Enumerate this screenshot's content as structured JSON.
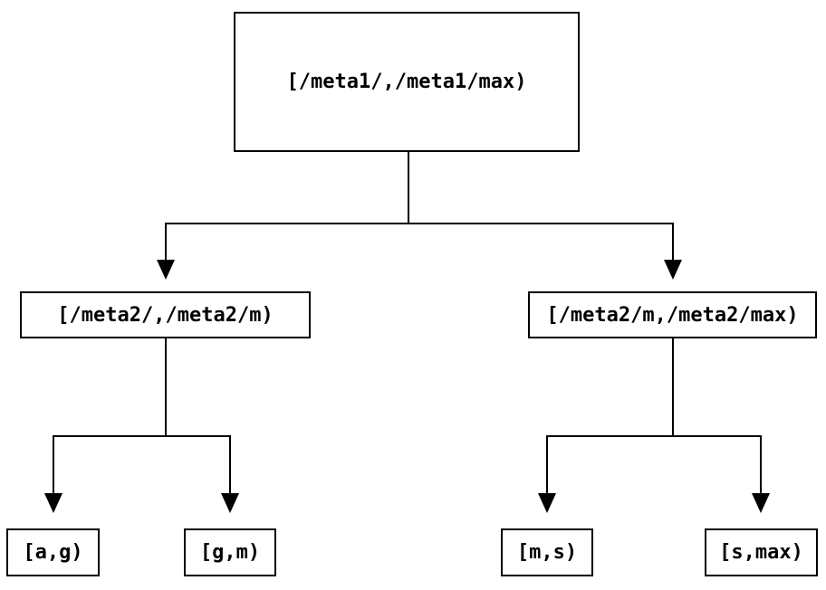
{
  "diagram": {
    "type": "tree",
    "background_color": "#ffffff",
    "line_color": "#000000",
    "nodes": {
      "root": {
        "label": "[/meta1/,/meta1/max)",
        "level": 0
      },
      "meta2_low": {
        "label": "[/meta2/,/meta2/m)",
        "level": 1,
        "parent": "root"
      },
      "meta2_high": {
        "label": "[/meta2/m,/meta2/max)",
        "level": 1,
        "parent": "root"
      },
      "leaf_ag": {
        "label": "[a,g)",
        "level": 2,
        "parent": "meta2_low"
      },
      "leaf_gm": {
        "label": "[g,m)",
        "level": 2,
        "parent": "meta2_low"
      },
      "leaf_ms": {
        "label": "[m,s)",
        "level": 2,
        "parent": "meta2_high"
      },
      "leaf_smax": {
        "label": "[s,max)",
        "level": 2,
        "parent": "meta2_high"
      }
    }
  }
}
